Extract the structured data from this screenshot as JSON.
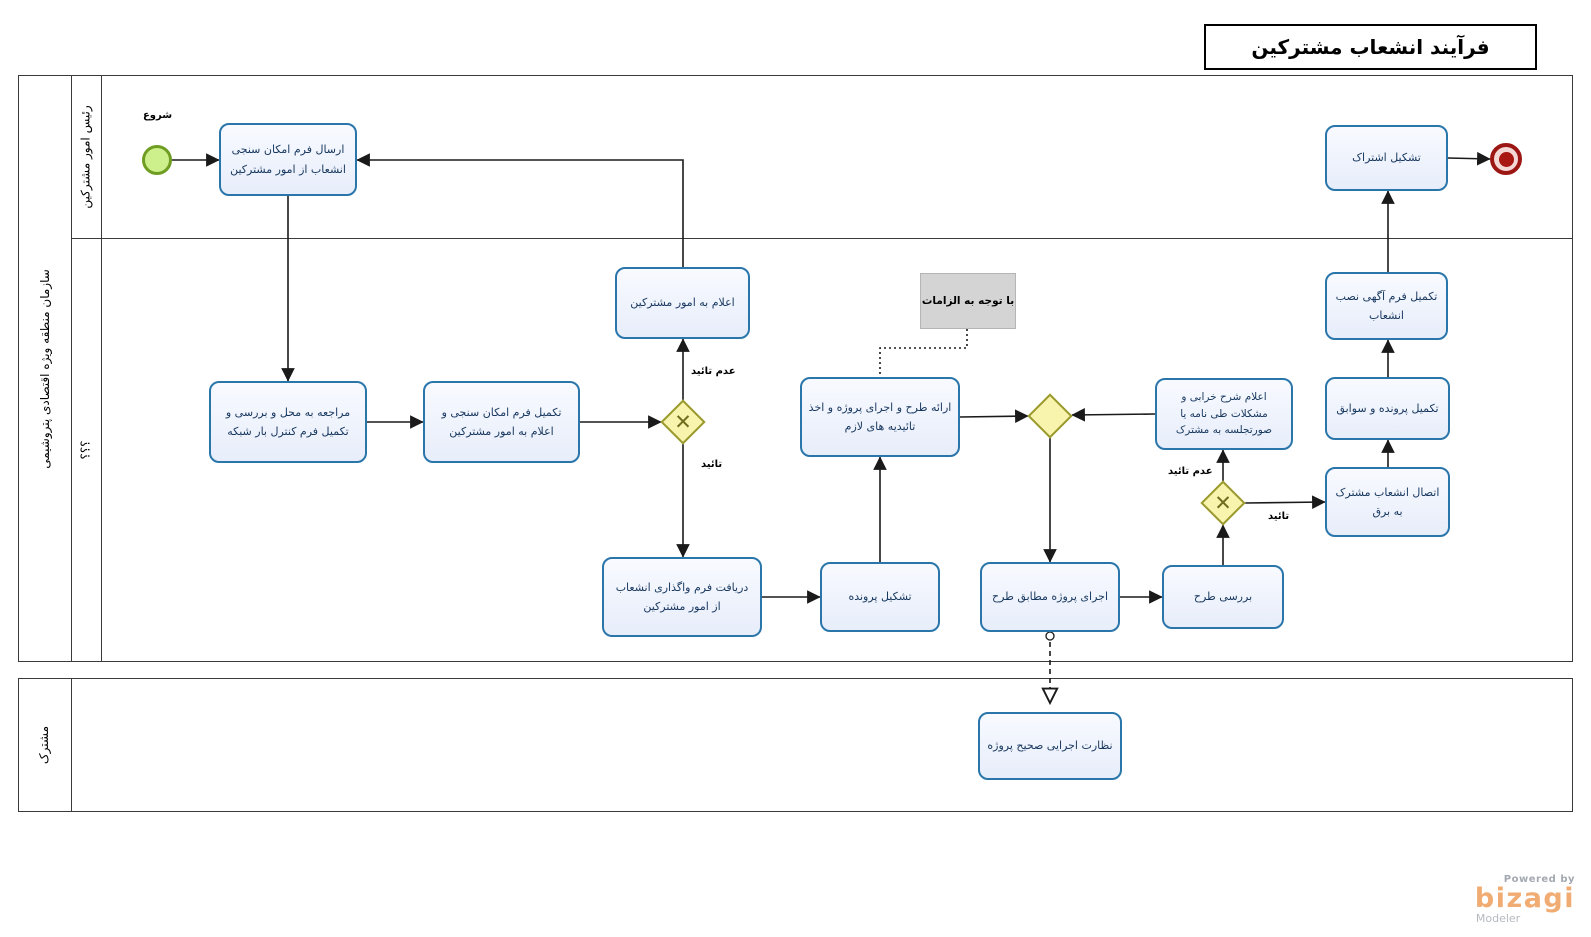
{
  "title": "فرآیند انشعاب مشترکین",
  "pools": {
    "main": {
      "name": "سازمان منطقه ویژه اقتصادی پتروشیمی",
      "lanes": [
        {
          "name": "رئیس امور مشترکین"
        },
        {
          "name": "؟؟؟"
        }
      ]
    },
    "subscriber": {
      "name": "مشترک"
    }
  },
  "events": {
    "start_label": "شروع"
  },
  "tasks": {
    "send_feasibility_form": "ارسال فرم امکان سنجی انشعاب از امور مشترکین",
    "inform_subscriber_affairs": "اعلام به امور مشترکین",
    "site_visit": "مراجعه به محل و بررسی و تکمیل فرم کنترل بار شبکه",
    "complete_feasibility_form": "تکمیل فرم امکان سنجی و اعلام به امور مشترکین",
    "receive_assignment_form": "دریافت فرم واگذاری انشعاب از امور مشترکین",
    "create_file": "تشکیل پرونده",
    "present_plan": "ارائه طرح و اجرای پروژه و اخذ تائیدیه های لازم",
    "announce_faults": "اعلام شرح خرابی و مشکلات طی نامه یا صورتجلسه به مشترک",
    "connect_to_power": "اتصال انشعاب مشترک به برق",
    "complete_file_records": "تکمیل پرونده و سوابق",
    "installation_notice_form": "تکمیل فرم آگهی نصب انشعاب",
    "establish_subscription": "تشکیل اشتراک",
    "execute_project": "اجرای پروژه مطابق طرح",
    "review_plan": "بررسی طرح",
    "project_supervision": "نظارت اجرایی صحیح پروژه"
  },
  "flow_labels": {
    "g1_no": "عدم تائید",
    "g1_yes": "تائید",
    "g3_no": "عدم تائید",
    "g3_yes": "تائید"
  },
  "annotation": "با توجه به الزامات",
  "branding": {
    "powered_by": "Powered by",
    "brand": "bizagi",
    "product": "Modeler"
  },
  "colors": {
    "task_fill": "#e7edfa",
    "task_border": "#2a76ab",
    "task_text": "#17375e",
    "gateway_fill": "#f8f4ae",
    "gateway_border": "#9a9a2e",
    "start_fill": "#cdf08d",
    "start_border": "#6f9d22",
    "end_ring": "#9c1713",
    "end_core": "#a81712",
    "annotation_fill": "#d4d4d4",
    "brand_orange": "#f0ac72"
  }
}
